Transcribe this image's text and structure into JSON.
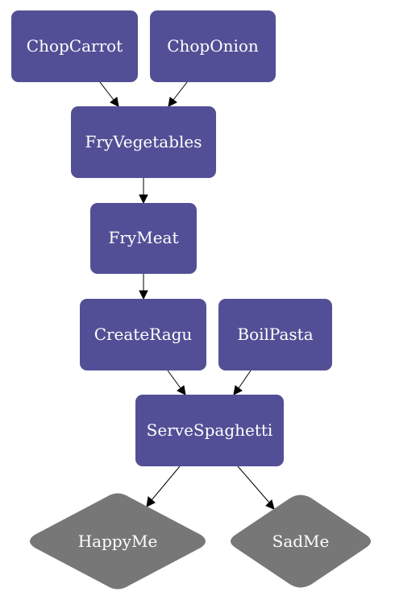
{
  "colors": {
    "task_fill": "#534f96",
    "outcome_fill": "#777777",
    "label_text": "#ffffff",
    "edge": "#000000",
    "background": "#ffffff"
  },
  "nodes": {
    "chop_carrot": {
      "label": "ChopCarrot",
      "shape": "rounded-rectangle"
    },
    "chop_onion": {
      "label": "ChopOnion",
      "shape": "rounded-rectangle"
    },
    "fry_vegetables": {
      "label": "FryVegetables",
      "shape": "rounded-rectangle"
    },
    "fry_meat": {
      "label": "FryMeat",
      "shape": "rounded-rectangle"
    },
    "create_ragu": {
      "label": "CreateRagu",
      "shape": "rounded-rectangle"
    },
    "boil_pasta": {
      "label": "BoilPasta",
      "shape": "rounded-rectangle"
    },
    "serve_spaghetti": {
      "label": "ServeSpaghetti",
      "shape": "rounded-rectangle"
    },
    "happy_me": {
      "label": "HappyMe",
      "shape": "rounded-diamond"
    },
    "sad_me": {
      "label": "SadMe",
      "shape": "rounded-diamond"
    }
  },
  "edges": [
    {
      "from": "ChopCarrot",
      "to": "FryVegetables"
    },
    {
      "from": "ChopOnion",
      "to": "FryVegetables"
    },
    {
      "from": "FryVegetables",
      "to": "FryMeat"
    },
    {
      "from": "FryMeat",
      "to": "CreateRagu"
    },
    {
      "from": "CreateRagu",
      "to": "ServeSpaghetti"
    },
    {
      "from": "BoilPasta",
      "to": "ServeSpaghetti"
    },
    {
      "from": "ServeSpaghetti",
      "to": "HappyMe"
    },
    {
      "from": "ServeSpaghetti",
      "to": "SadMe"
    }
  ]
}
